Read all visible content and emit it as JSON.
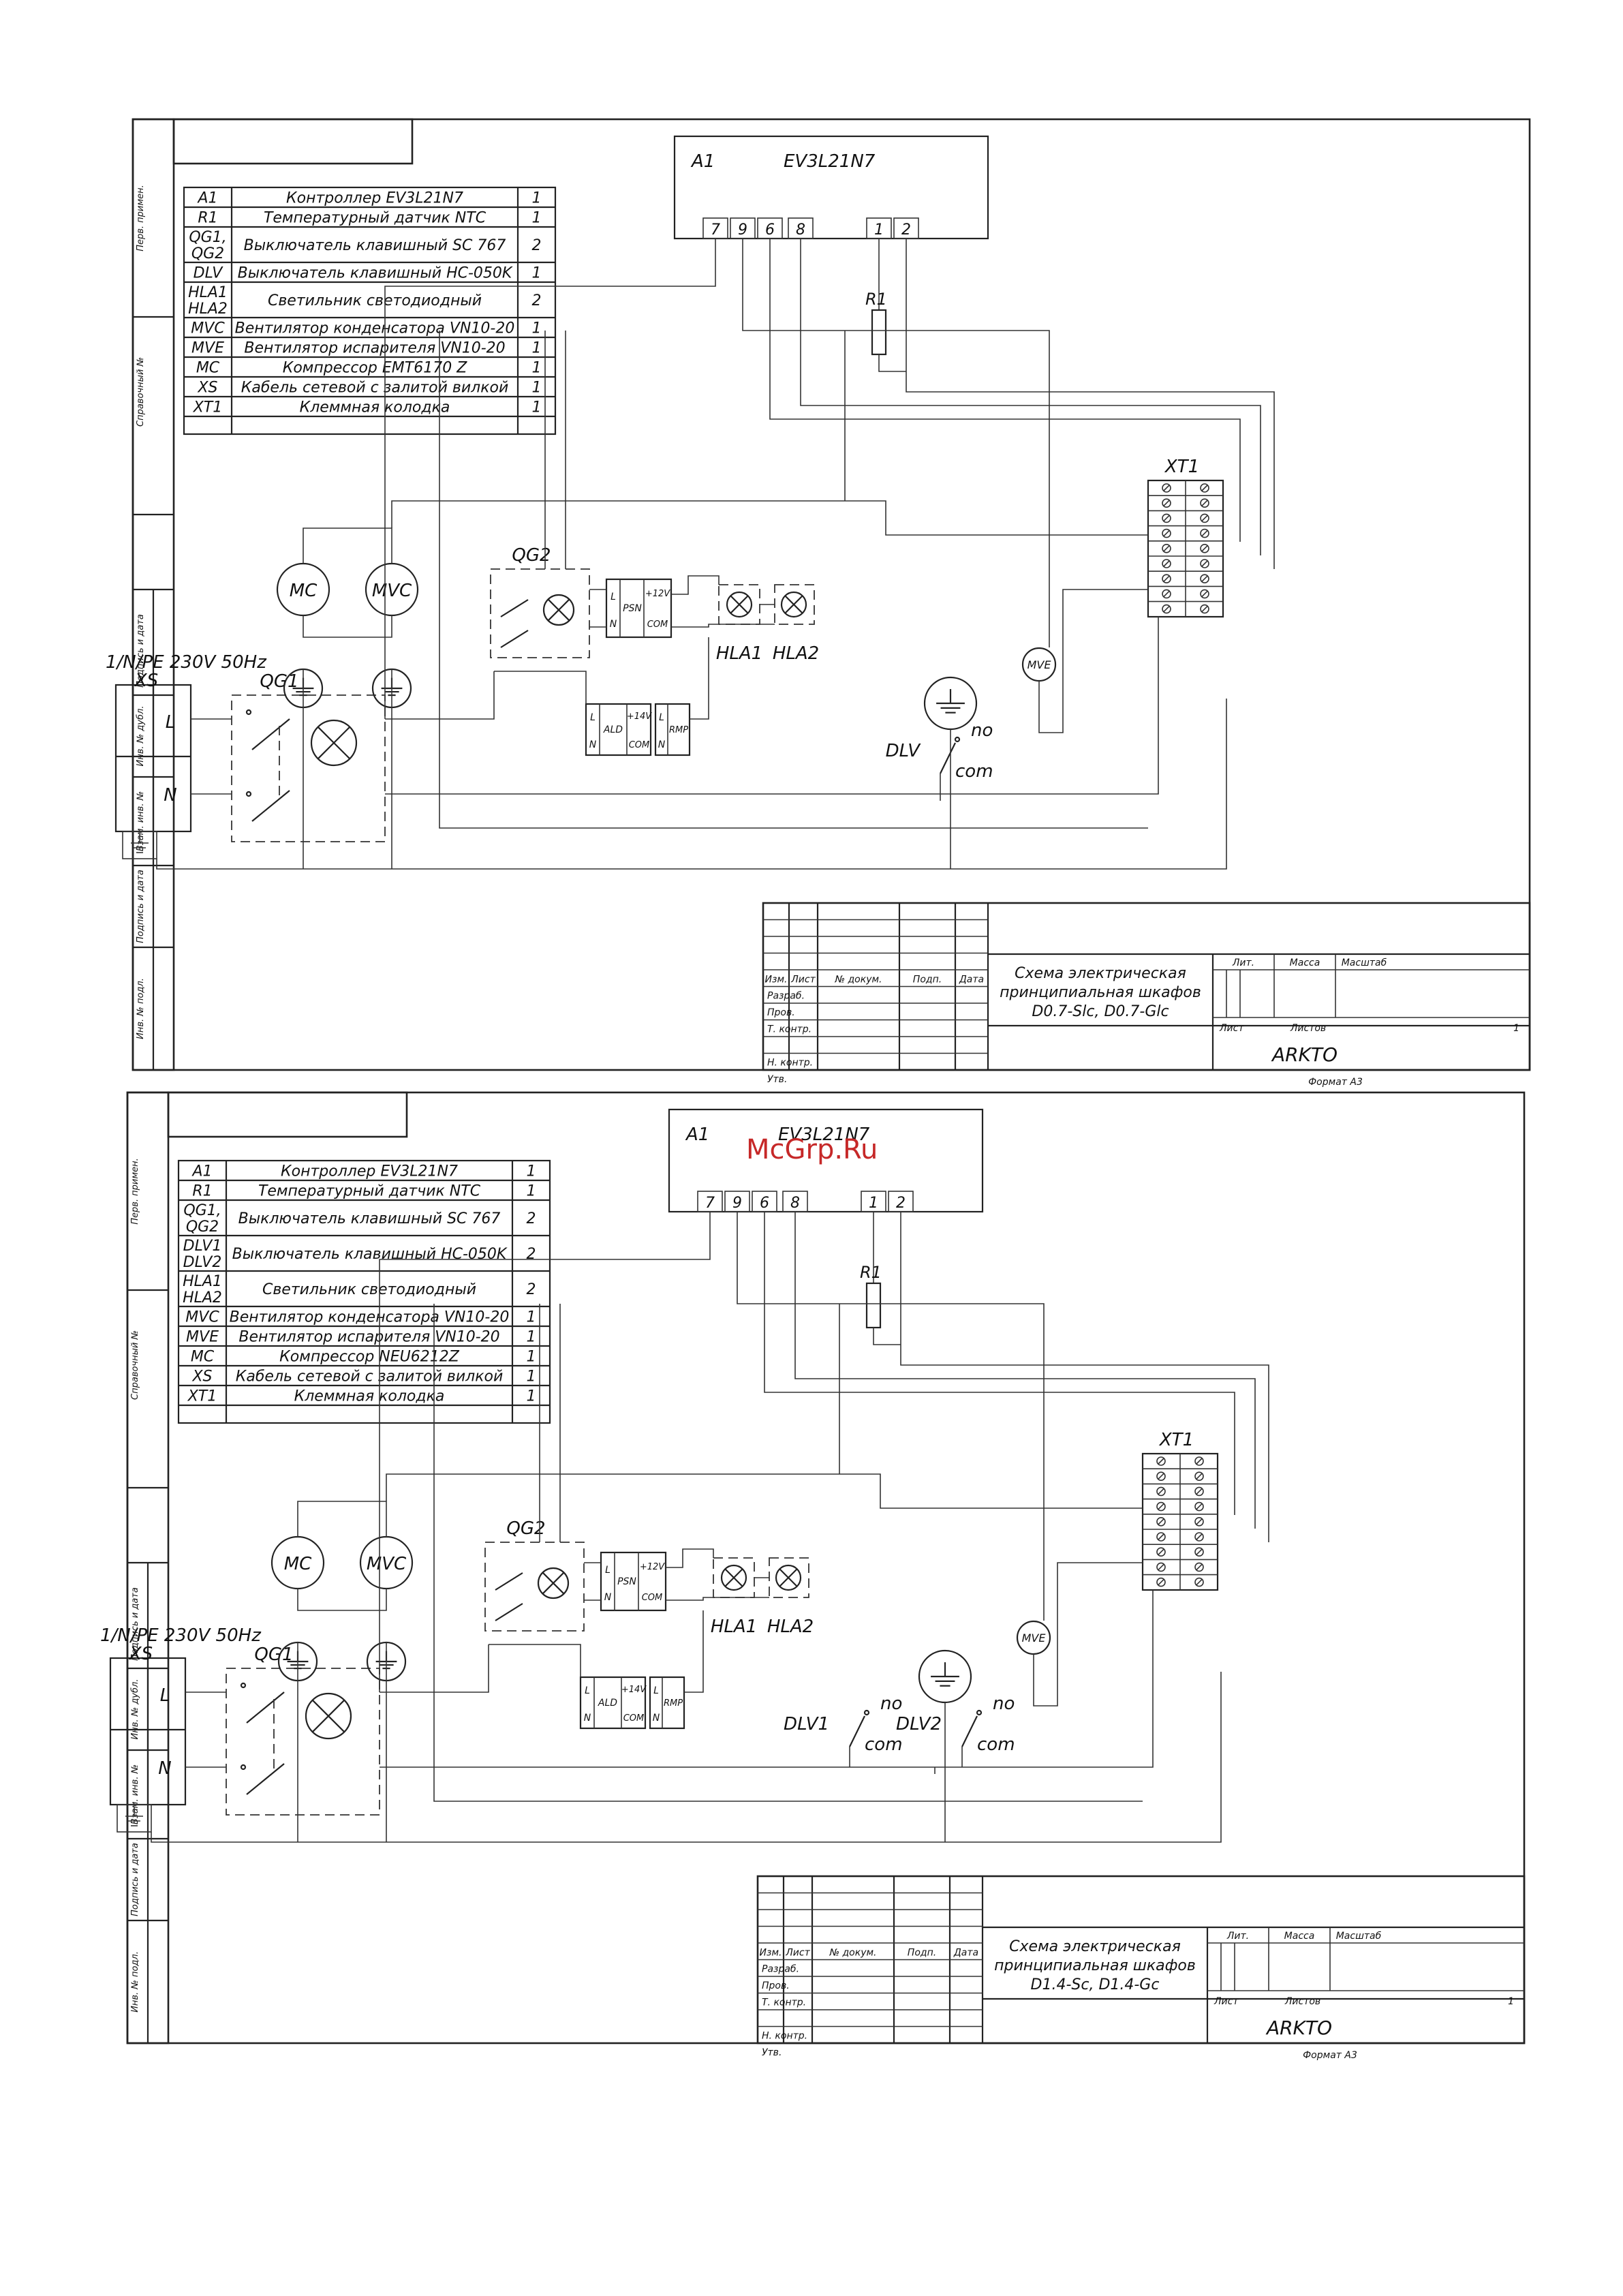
{
  "sheets": [
    {
      "parts": [
        {
          "ref": "A1",
          "name": "Контроллер EV3L21N7",
          "qty": "1"
        },
        {
          "ref": "R1",
          "name": "Температурный датчик NTC",
          "qty": "1"
        },
        {
          "ref": "QG1,\nQG2",
          "name": "Выключатель клавишный SC 767",
          "qty": "2"
        },
        {
          "ref": "DLV",
          "name": "Выключатель клавишный HC-050K",
          "qty": "1"
        },
        {
          "ref": "HLA1\nHLA2",
          "name": "Светильник светодиодный",
          "qty": "2"
        },
        {
          "ref": "MVC",
          "name": "Вентилятор конденсатора VN10-20",
          "qty": "1"
        },
        {
          "ref": "MVE",
          "name": "Вентилятор испарителя VN10-20",
          "qty": "1"
        },
        {
          "ref": "MC",
          "name": "Компрессор EMT6170 Z",
          "qty": "1"
        },
        {
          "ref": "XS",
          "name": "Кабель сетевой с залитой вилкой",
          "qty": "1"
        },
        {
          "ref": "XT1",
          "name": "Клеммная колодка",
          "qty": "1"
        }
      ],
      "schematic": {
        "a1": "A1",
        "a1_model": "EV3L21N7",
        "pins": [
          "7",
          "9",
          "6",
          "8",
          "1",
          "2"
        ],
        "r1": "R1",
        "xt1": "XT1",
        "qg1": "QG1",
        "qg2": "QG2",
        "mc": "MC",
        "mvc": "MVC",
        "mve": "MVE",
        "hla1": "HLA1",
        "hla2": "HLA2",
        "supply": "1/N/PE 230V 50Hz",
        "xs": "XS",
        "l": "L",
        "n": "N",
        "psn": "PSN",
        "ald": "ALD",
        "rmp": "RMP",
        "v12": "+12V",
        "v14": "+14V",
        "com_short": "COM",
        "no": "no",
        "com": "com",
        "switches": [
          "DLV"
        ]
      },
      "title_block": {
        "title_lines": [
          "Схема электрическая",
          "принципиальная шкафов",
          "D0.7-Slc, D0.7-Glc"
        ],
        "lit": "Лит.",
        "massa": "Масса",
        "masshtab": "Масштаб",
        "list": "Лист",
        "listov": "Листов",
        "listov_value": "1",
        "company": "ARKTO",
        "format": "Формат А3"
      }
    },
    {
      "parts": [
        {
          "ref": "A1",
          "name": "Контроллер EV3L21N7",
          "qty": "1"
        },
        {
          "ref": "R1",
          "name": "Температурный датчик NTC",
          "qty": "1"
        },
        {
          "ref": "QG1,\nQG2",
          "name": "Выключатель клавишный SC 767",
          "qty": "2"
        },
        {
          "ref": "DLV1\nDLV2",
          "name": "Выключатель клавишный HC-050K",
          "qty": "2"
        },
        {
          "ref": "HLA1\nHLA2",
          "name": "Светильник светодиодный",
          "qty": "2"
        },
        {
          "ref": "MVC",
          "name": "Вентилятор конденсатора VN10-20",
          "qty": "1"
        },
        {
          "ref": "MVE",
          "name": "Вентилятор испарителя VN10-20",
          "qty": "1"
        },
        {
          "ref": "MC",
          "name": "Компрессор NEU6212Z",
          "qty": "1"
        },
        {
          "ref": "XS",
          "name": "Кабель сетевой с залитой вилкой",
          "qty": "1"
        },
        {
          "ref": "XT1",
          "name": "Клеммная колодка",
          "qty": "1"
        }
      ],
      "schematic": {
        "a1": "A1",
        "a1_model": "EV3L21N7",
        "pins": [
          "7",
          "9",
          "6",
          "8",
          "1",
          "2"
        ],
        "r1": "R1",
        "xt1": "XT1",
        "qg1": "QG1",
        "qg2": "QG2",
        "mc": "MC",
        "mvc": "MVC",
        "mve": "MVE",
        "hla1": "HLA1",
        "hla2": "HLA2",
        "supply": "1/N/PE 230V 50Hz",
        "xs": "XS",
        "l": "L",
        "n": "N",
        "psn": "PSN",
        "ald": "ALD",
        "rmp": "RMP",
        "v12": "+12V",
        "v14": "+14V",
        "com_short": "COM",
        "no": "no",
        "com": "com",
        "switches": [
          "DLV1",
          "DLV2"
        ]
      },
      "title_block": {
        "title_lines": [
          "Схема электрическая",
          "принципиальная шкафов",
          "D1.4-Sc, D1.4-Gc"
        ],
        "lit": "Лит.",
        "massa": "Масса",
        "masshtab": "Масштаб",
        "list": "Лист",
        "listov": "Листов",
        "listov_value": "1",
        "company": "ARKTO",
        "format": "Формат А3"
      }
    }
  ],
  "stamp_headers": [
    "Изм.",
    "Лист",
    "№ докум.",
    "Подп.",
    "Дата"
  ],
  "stamp_rows": [
    "Разраб.",
    "Пров.",
    "Т. контр.",
    "Н. контр.",
    "Утв."
  ],
  "side_labels": [
    "Перв. примен.",
    "Справочный №",
    "Подпись и дата",
    "Инв. № дубл.",
    "Взам. инв. №",
    "Подпись и дата",
    "Инв. № подл."
  ],
  "watermark": "McGrp.Ru"
}
